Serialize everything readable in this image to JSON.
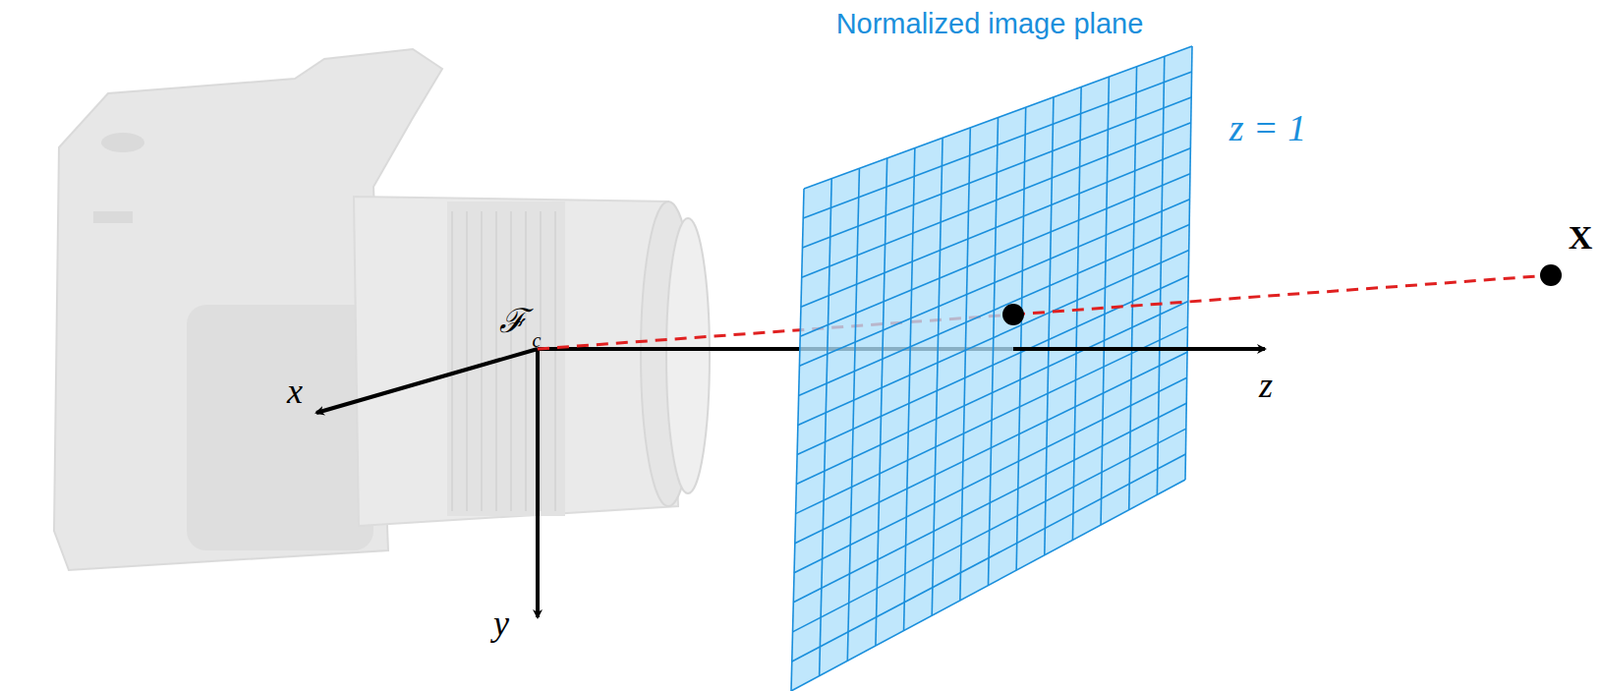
{
  "diagram": {
    "labels": [
      "Normalized image plane",
      "z = 1",
      "ℱ",
      "c",
      "x",
      "y",
      "z",
      "X"
    ]
  }
}
